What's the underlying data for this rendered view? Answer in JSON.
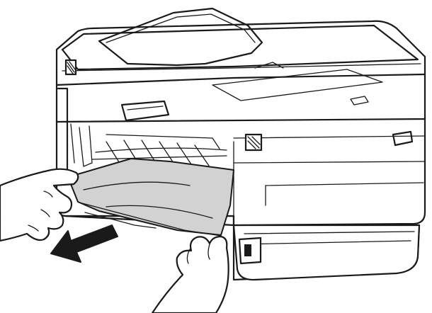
{
  "figure": {
    "subject": "printer",
    "action": "pull-jammed-paper-out",
    "arrow_direction": "down-left"
  },
  "colors": {
    "line": "#1a1a1a",
    "paper": "#d2d2d2",
    "background": "#ffffff"
  },
  "icons": [
    "printer-illustration",
    "jammed-paper",
    "left-hand",
    "right-hand",
    "pull-direction-arrow"
  ]
}
